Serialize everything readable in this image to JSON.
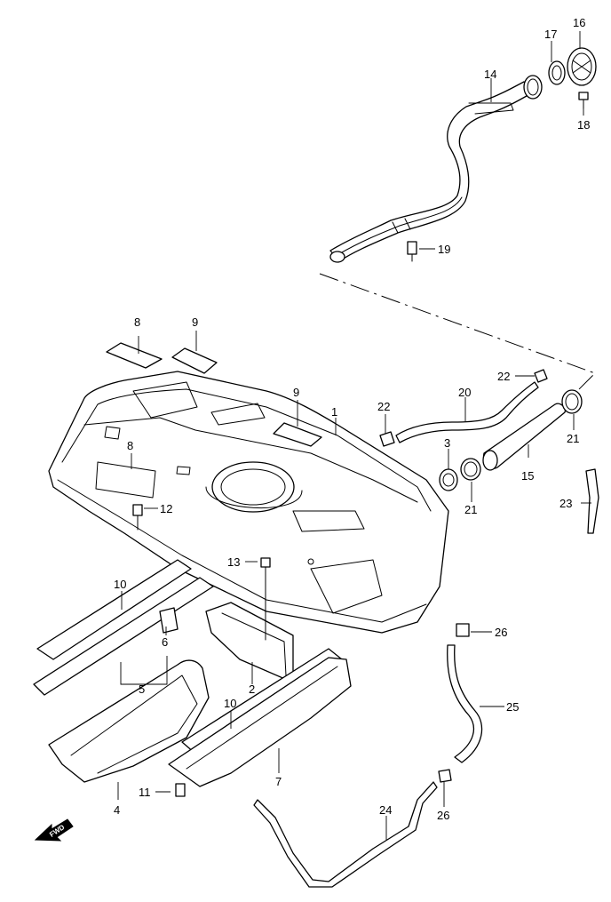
{
  "diagram": {
    "forward_marker": "FWD",
    "callouts": [
      {
        "id": "c1",
        "label": "1"
      },
      {
        "id": "c2",
        "label": "2"
      },
      {
        "id": "c3",
        "label": "3"
      },
      {
        "id": "c4",
        "label": "4"
      },
      {
        "id": "c5",
        "label": "5"
      },
      {
        "id": "c6",
        "label": "6"
      },
      {
        "id": "c7",
        "label": "7"
      },
      {
        "id": "c8a",
        "label": "8"
      },
      {
        "id": "c8b",
        "label": "8"
      },
      {
        "id": "c9a",
        "label": "9"
      },
      {
        "id": "c9b",
        "label": "9"
      },
      {
        "id": "c10a",
        "label": "10"
      },
      {
        "id": "c10b",
        "label": "10"
      },
      {
        "id": "c11",
        "label": "11"
      },
      {
        "id": "c12",
        "label": "12"
      },
      {
        "id": "c13",
        "label": "13"
      },
      {
        "id": "c14",
        "label": "14"
      },
      {
        "id": "c15",
        "label": "15"
      },
      {
        "id": "c16",
        "label": "16"
      },
      {
        "id": "c17",
        "label": "17"
      },
      {
        "id": "c18",
        "label": "18"
      },
      {
        "id": "c19",
        "label": "19"
      },
      {
        "id": "c20",
        "label": "20"
      },
      {
        "id": "c21a",
        "label": "21"
      },
      {
        "id": "c21b",
        "label": "21"
      },
      {
        "id": "c22a",
        "label": "22"
      },
      {
        "id": "c22b",
        "label": "22"
      },
      {
        "id": "c23",
        "label": "23"
      },
      {
        "id": "c24",
        "label": "24"
      },
      {
        "id": "c25",
        "label": "25"
      },
      {
        "id": "c26a",
        "label": "26"
      },
      {
        "id": "c26b",
        "label": "26"
      }
    ]
  }
}
